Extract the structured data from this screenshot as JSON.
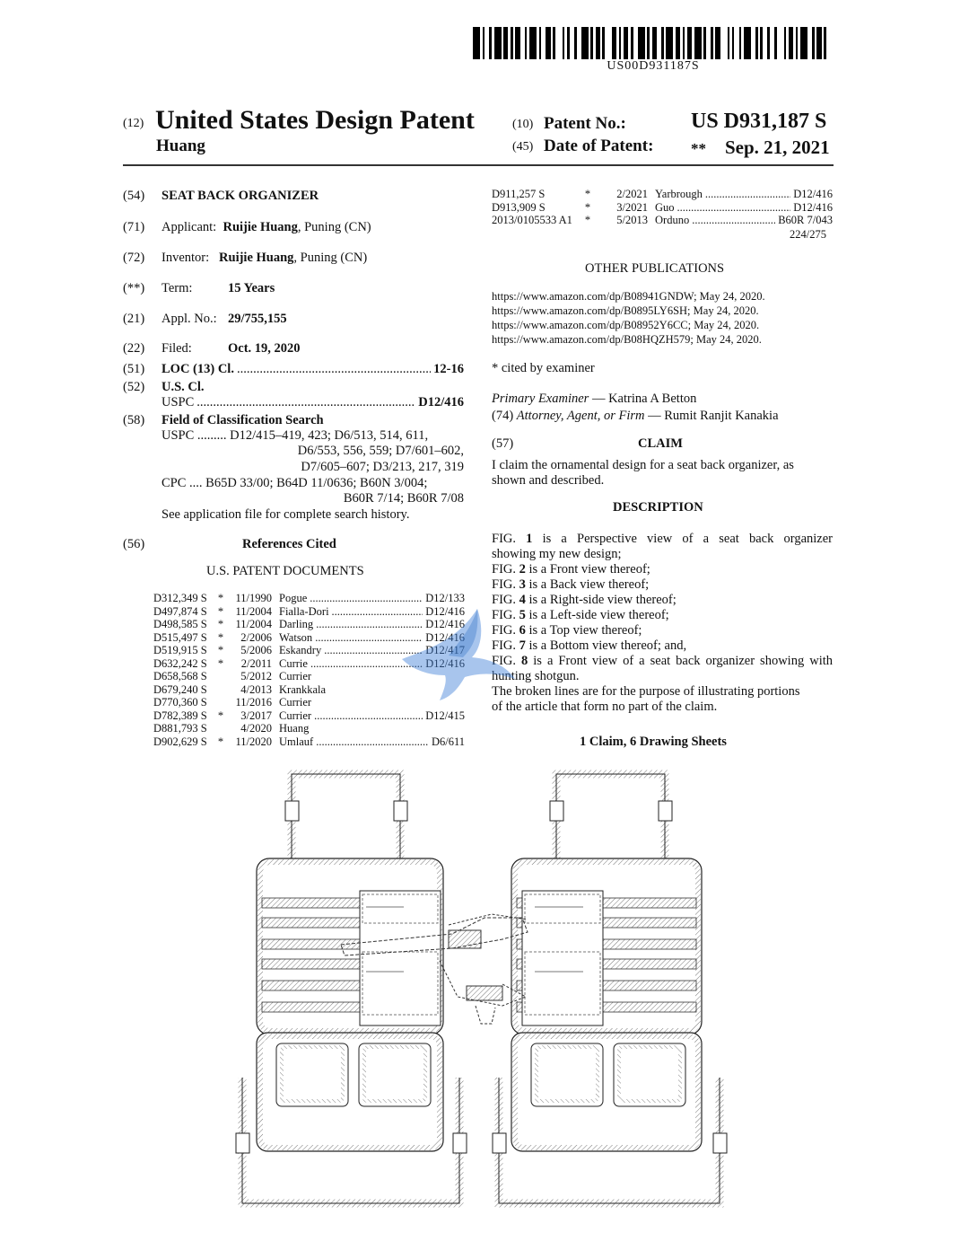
{
  "barcode": {
    "number": "US00D931187S"
  },
  "header": {
    "num12": "(12)",
    "title": "United States Design Patent",
    "inventor_surname": "Huang",
    "num10": "(10)",
    "patent_no_label": "Patent No.:",
    "patent_no": "US D931,187 S",
    "num45": "(45)",
    "date_label": "Date of Patent:",
    "date_marker": "**",
    "date": "Sep. 21, 2021"
  },
  "left": {
    "f54": {
      "code": "(54)",
      "value": "SEAT BACK ORGANIZER"
    },
    "f71": {
      "code": "(71)",
      "label": "Applicant:",
      "name": "Ruijie Huang",
      "rest": ", Puning (CN)"
    },
    "f72": {
      "code": "(72)",
      "label": "Inventor:",
      "name": "Ruijie Huang",
      "rest": ", Puning (CN)"
    },
    "fterm": {
      "code": "(**)",
      "label": "Term:",
      "value": "15 Years"
    },
    "f21": {
      "code": "(21)",
      "label": "Appl. No.:",
      "value": "29/755,155"
    },
    "f22": {
      "code": "(22)",
      "label": "Filed:",
      "value": "Oct. 19, 2020"
    },
    "f51": {
      "code": "(51)",
      "label": "LOC (13) Cl.",
      "value": "12-16"
    },
    "f52": {
      "code": "(52)",
      "label": "U.S. Cl.",
      "sub_label": "USPC",
      "value": "D12/416"
    },
    "f58": {
      "code": "(58)",
      "label": "Field of Classification Search",
      "lines": [
        "USPC  .........  D12/415–419, 423; D6/513, 514, 611,",
        "D6/553, 556, 559; D7/601–602,",
        "D7/605–607; D3/213, 217, 319",
        "CPC  ....  B65D 33/00; B64D 11/0636; B60N 3/004;",
        "B60R 7/14; B60R 7/08",
        "See application file for complete search history."
      ]
    },
    "f56": {
      "code": "(56)",
      "label": "References Cited",
      "subhead": "U.S. PATENT DOCUMENTS"
    },
    "refs": [
      {
        "num": "D312,349 S",
        "star": "*",
        "date": "11/1990",
        "name": "Pogue",
        "cls": "D12/133"
      },
      {
        "num": "D497,874 S",
        "star": "*",
        "date": "11/2004",
        "name": "Fialla-Dori",
        "cls": "D12/416"
      },
      {
        "num": "D498,585 S",
        "star": "*",
        "date": "11/2004",
        "name": "Darling",
        "cls": "D12/416"
      },
      {
        "num": "D515,497 S",
        "star": "*",
        "date": "2/2006",
        "name": "Watson",
        "cls": "D12/416"
      },
      {
        "num": "D519,915 S",
        "star": "*",
        "date": "5/2006",
        "name": "Eskandry",
        "cls": "D12/417"
      },
      {
        "num": "D632,242 S",
        "star": "*",
        "date": "2/2011",
        "name": "Currie",
        "cls": "D12/416"
      },
      {
        "num": "D658,568 S",
        "star": "",
        "date": "5/2012",
        "name": "Currier",
        "cls": ""
      },
      {
        "num": "D679,240 S",
        "star": "",
        "date": "4/2013",
        "name": "Krankkala",
        "cls": ""
      },
      {
        "num": "D770,360 S",
        "star": "",
        "date": "11/2016",
        "name": "Currier",
        "cls": ""
      },
      {
        "num": "D782,389 S",
        "star": "*",
        "date": "3/2017",
        "name": "Currier",
        "cls": "D12/415"
      },
      {
        "num": "D881,793 S",
        "star": "",
        "date": "4/2020",
        "name": "Huang",
        "cls": ""
      },
      {
        "num": "D902,629 S",
        "star": "*",
        "date": "11/2020",
        "name": "Umlauf",
        "cls": "D6/611"
      }
    ]
  },
  "right": {
    "refs": [
      {
        "num": "D911,257 S",
        "star": "*",
        "date": "2/2021",
        "name": "Yarbrough",
        "cls": "D12/416"
      },
      {
        "num": "D913,909 S",
        "star": "*",
        "date": "3/2021",
        "name": "Guo",
        "cls": "D12/416"
      },
      {
        "num": "2013/0105533 A1",
        "star": "*",
        "date": "5/2013",
        "name": "Orduno",
        "cls": "B60R 7/043"
      }
    ],
    "orduno_extra": "224/275",
    "other_pubs_heading": "OTHER PUBLICATIONS",
    "other_pubs": [
      "https://www.amazon.com/dp/B08941GNDW; May 24, 2020.",
      "https://www.amazon.com/dp/B0895LY6SH; May 24, 2020.",
      "https://www.amazon.com/dp/B08952Y6CC; May 24, 2020.",
      "https://www.amazon.com/dp/B08HQZH579; May 24, 2020."
    ],
    "cited": "* cited by examiner",
    "examiner_label": "Primary Examiner",
    "examiner": " — Katrina A Betton",
    "attorney_code": "(74)",
    "attorney_label": "Attorney, Agent, or Firm",
    "attorney": " — Rumit Ranjit Kanakia",
    "claim_code": "(57)",
    "claim_heading": "CLAIM",
    "claim_text_1": "I claim the ornamental design for a seat back organizer, as",
    "claim_text_2": "shown and described.",
    "desc_heading": "DESCRIPTION",
    "desc": [
      {
        "pre": "FIG. ",
        "num": "1",
        "post": " is a Perspective view of a seat back organizer"
      },
      {
        "pre": "showing my new design;",
        "num": "",
        "post": ""
      },
      {
        "pre": "FIG. ",
        "num": "2",
        "post": " is a Front view thereof;"
      },
      {
        "pre": "FIG. ",
        "num": "3",
        "post": " is a Back view thereof;"
      },
      {
        "pre": "FIG. ",
        "num": "4",
        "post": " is a Right-side view thereof;"
      },
      {
        "pre": "FIG. ",
        "num": "5",
        "post": " is a Left-side view thereof;"
      },
      {
        "pre": "FIG. ",
        "num": "6",
        "post": " is a Top view thereof;"
      },
      {
        "pre": "FIG. ",
        "num": "7",
        "post": " is a Bottom view thereof; and,"
      },
      {
        "pre": "FIG. ",
        "num": "8",
        "post": " is a Front view of a seat back organizer showing with"
      },
      {
        "pre": "hunting shotgun.",
        "num": "",
        "post": ""
      },
      {
        "pre": "The broken lines are for the purpose of illustrating portions",
        "num": "",
        "post": ""
      },
      {
        "pre": "of the article that form no part of the claim.",
        "num": "",
        "post": ""
      }
    ],
    "claims_summary": "1 Claim, 6 Drawing Sheets"
  },
  "colors": {
    "text": "#111111",
    "watermark": "#3d7fd6"
  }
}
